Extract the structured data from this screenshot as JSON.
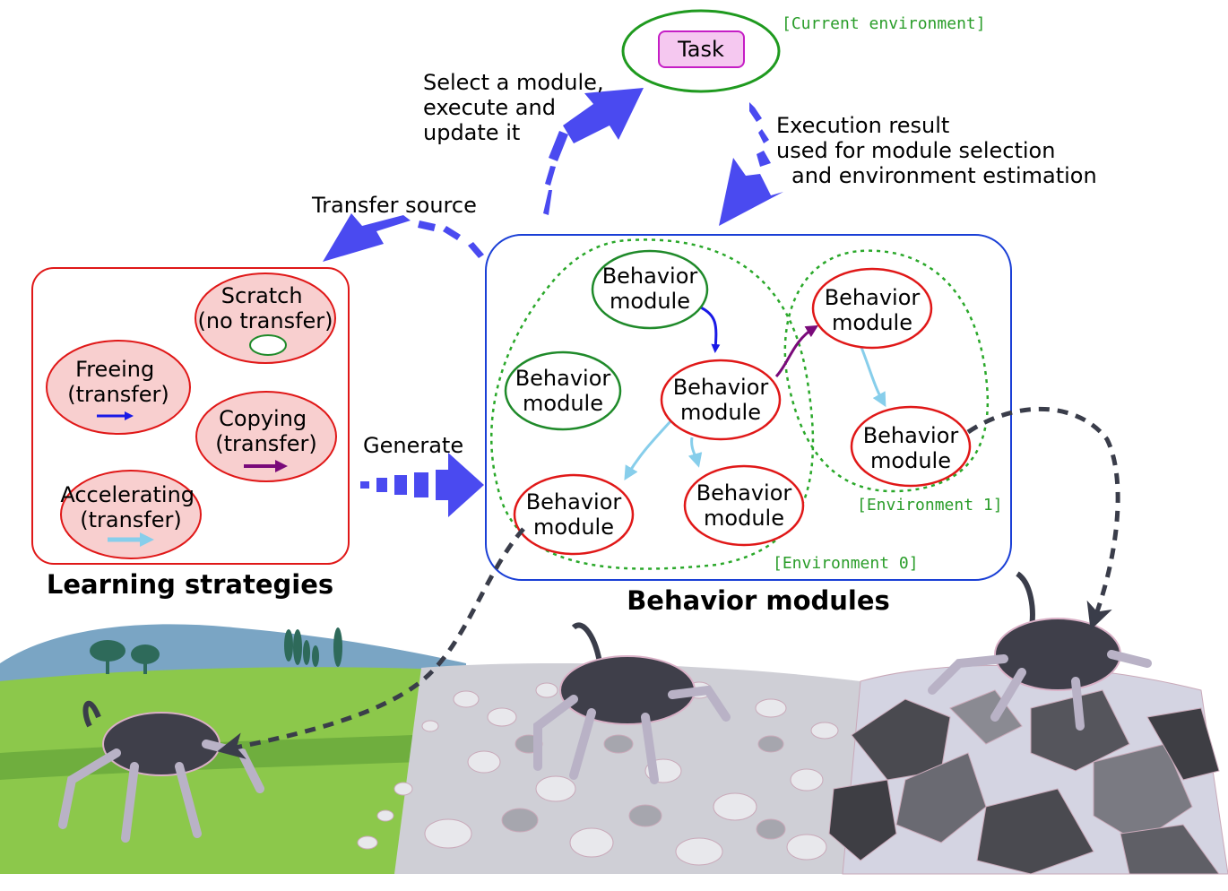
{
  "task": {
    "label": "Task",
    "current_environment": "[Current environment]"
  },
  "annotations": {
    "select_module": [
      "Select a module,",
      "execute and",
      "update it"
    ],
    "execution_result": [
      "Execution result",
      "used for module selection",
      "and environment estimation"
    ],
    "transfer_source": "Transfer source",
    "generate": "Generate"
  },
  "learning_strategies": {
    "title": "Learning strategies",
    "items": [
      {
        "lines": [
          "Scratch",
          "(no transfer)"
        ],
        "icon": "small-green-ellipse"
      },
      {
        "lines": [
          "Freeing",
          "(transfer)"
        ],
        "arrow_color": "#1a1ae6"
      },
      {
        "lines": [
          "Copying",
          "(transfer)"
        ],
        "arrow_color": "#7a0a7a"
      },
      {
        "lines": [
          "Accelerating",
          "(transfer)"
        ],
        "arrow_color": "#87ceeb"
      }
    ]
  },
  "behavior_modules": {
    "title": "Behavior modules",
    "node_label": [
      "Behavior",
      "module"
    ],
    "environments": [
      "[Environment 0]",
      "[Environment 1]"
    ]
  },
  "colors": {
    "module_box": "#1a3fd6",
    "strategy_box": "#e01818",
    "environment": "#2a9d2a",
    "big_arrow": "#4a4af0",
    "robot_link": "#3a3d4a",
    "freeing": "#1a1ae6",
    "copying": "#7a0a7a",
    "accelerating": "#87ceeb"
  }
}
